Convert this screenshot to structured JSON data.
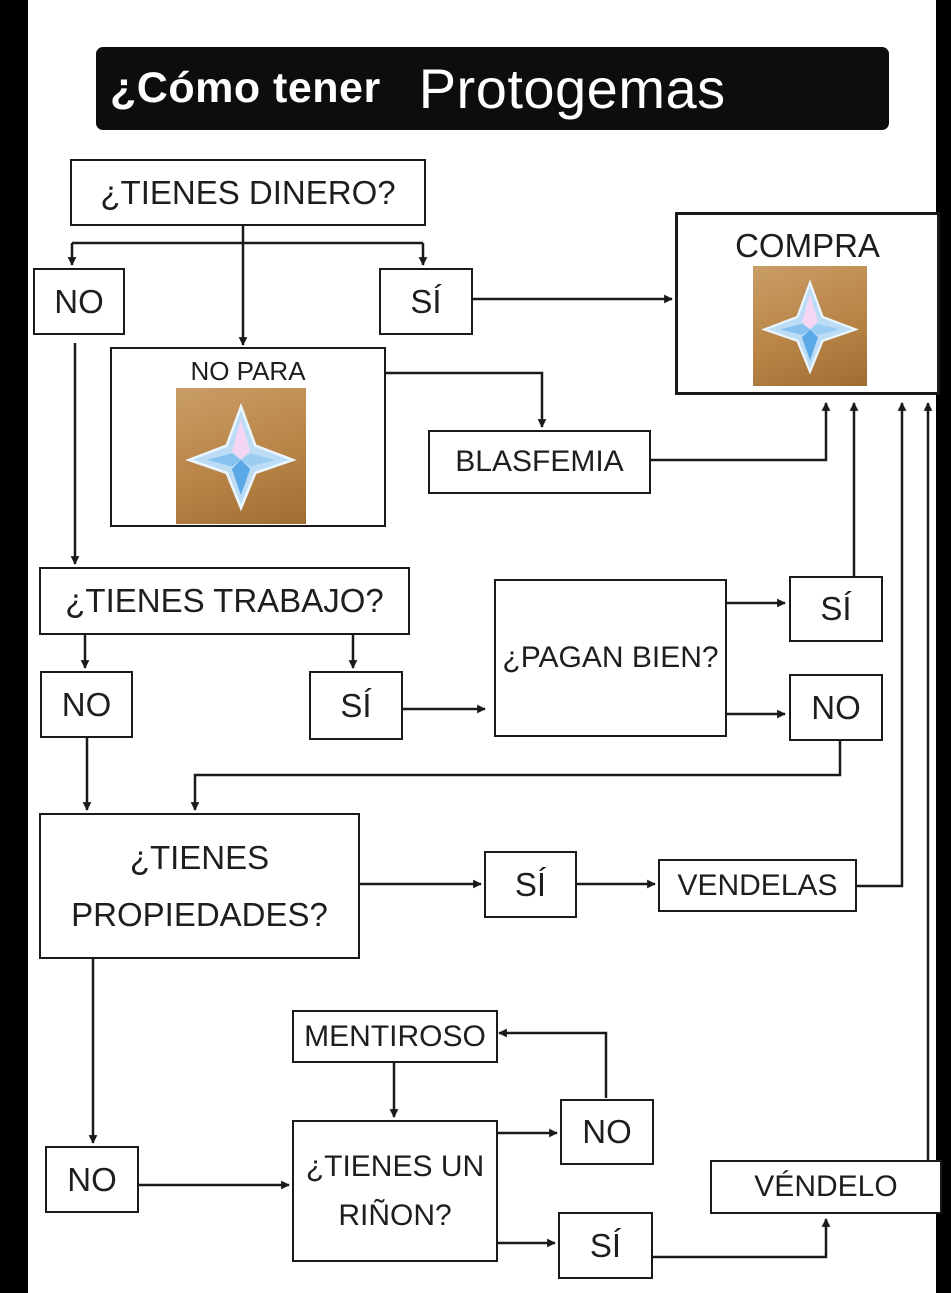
{
  "title": {
    "part1": "¿Cómo tener",
    "part2": "Protogemas"
  },
  "nodes": {
    "tienes_dinero": "¿TIENES DINERO?",
    "no_1": "NO",
    "si_1": "SÍ",
    "compra": "COMPRA",
    "no_para": "NO PARA",
    "blasfemia": "BLASFEMIA",
    "tienes_trabajo": "¿TIENES TRABAJO?",
    "no_2": "NO",
    "si_2": "SÍ",
    "pagan_bien": "¿PAGAN BIEN?",
    "si_3": "SÍ",
    "no_3": "NO",
    "tienes_propiedades_l1": "¿TIENES",
    "tienes_propiedades_l2": "PROPIEDADES?",
    "si_4": "SÍ",
    "vendelas": "VENDELAS",
    "mentiroso": "MENTIROSO",
    "no_4": "NO",
    "tienes_rinon_l1": "¿TIENES UN",
    "tienes_rinon_l2": "RIÑON?",
    "no_5": "NO",
    "si_5": "SÍ",
    "vendelo": "VÉNDELO"
  },
  "colors": {
    "background": "#000000",
    "paper": "#ffffff",
    "title_bar": "#0d0d0d",
    "line": "#1a1a1a"
  },
  "icons": {
    "gem": "primogem-star-icon"
  }
}
